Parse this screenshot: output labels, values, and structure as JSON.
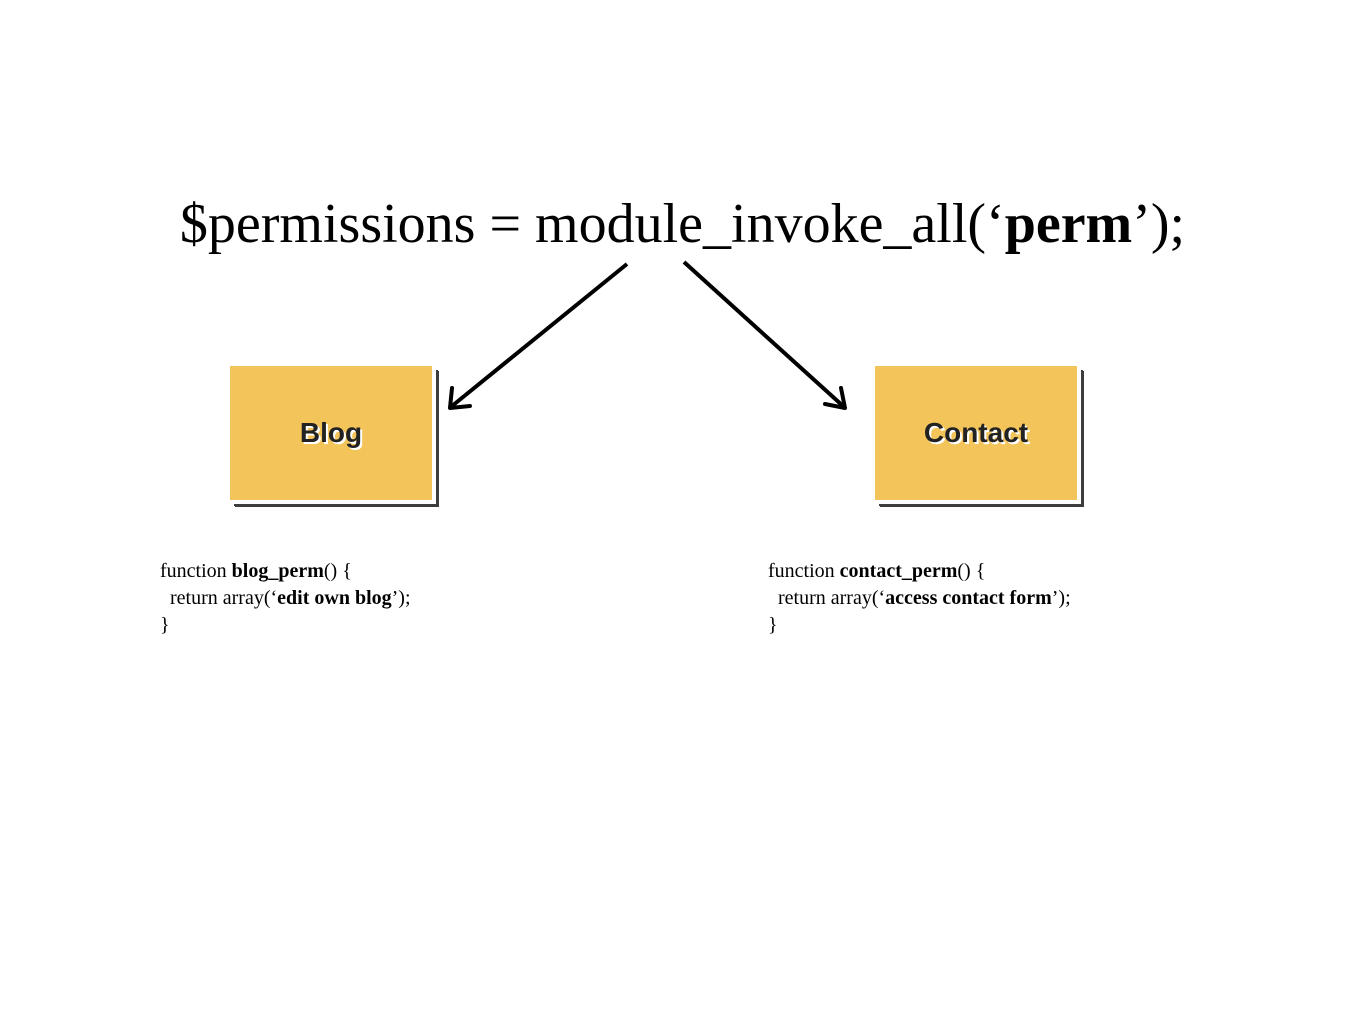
{
  "headline": {
    "prefix": "$permissions = module_invoke_all(‘",
    "hook": "perm",
    "suffix": "’);"
  },
  "modules": {
    "blog": {
      "label": "Blog",
      "code": {
        "line1_pre": "function ",
        "line1_fn": "blog_perm",
        "line1_post": "() {",
        "line2_pre": "  return array(‘",
        "line2_perm": "edit own blog",
        "line2_post": "’);",
        "line3": "}"
      }
    },
    "contact": {
      "label": "Contact",
      "code": {
        "line1_pre": "function ",
        "line1_fn": "contact_perm",
        "line1_post": "() {",
        "line2_pre": "  return array(‘",
        "line2_perm": "access contact form",
        "line2_post": "’);",
        "line3": "}"
      }
    }
  },
  "colors": {
    "box_fill": "#f3c45a",
    "box_shadow": "#3d3d3d",
    "arrow": "#000000"
  }
}
